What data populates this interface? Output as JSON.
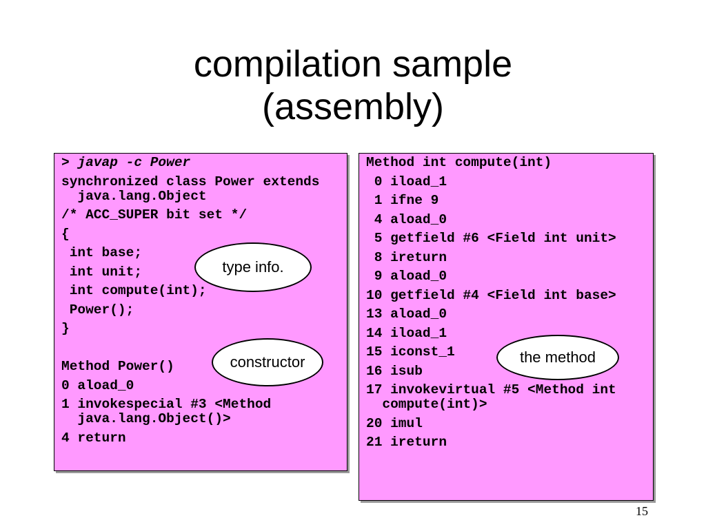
{
  "slide": {
    "title_line1": "compilation sample",
    "title_line2": "(assembly)",
    "page_number": "15"
  },
  "left_box": {
    "cmd_prompt": "> ",
    "cmd_text": "javap -c Power",
    "lines": [
      "synchronized class Power extends java.lang.Object",
      "/* ACC_SUPER bit set */",
      "{",
      " int base;",
      " int unit;",
      " int compute(int);",
      " Power();",
      "}",
      "",
      "Method Power()",
      "0 aload_0",
      "1 invokespecial #3 <Method java.lang.Object()>",
      "4 return"
    ]
  },
  "right_box": {
    "lines": [
      "Method int compute(int)",
      " 0 iload_1",
      " 1 ifne 9",
      " 4 aload_0",
      " 5 getfield #6 <Field int unit>",
      " 8 ireturn",
      " 9 aload_0",
      "10 getfield #4 <Field int base>",
      "13 aload_0",
      "14 iload_1",
      "15 iconst_1",
      "16 isub",
      "17 invokevirtual #5 <Method int compute(int)>",
      "20 imul",
      "21 ireturn"
    ]
  },
  "callouts": {
    "type_info": "type info.",
    "constructor": "constructor",
    "the_method": "the method"
  }
}
